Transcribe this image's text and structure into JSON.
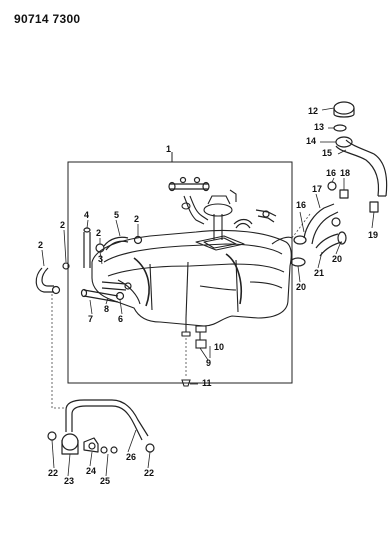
{
  "document": {
    "number": "90714 7300"
  },
  "callouts": [
    {
      "id": "c1",
      "label": "1"
    },
    {
      "id": "c2a",
      "label": "2"
    },
    {
      "id": "c2b",
      "label": "2"
    },
    {
      "id": "c2c",
      "label": "2"
    },
    {
      "id": "c2d",
      "label": "2"
    },
    {
      "id": "c3",
      "label": "3"
    },
    {
      "id": "c4",
      "label": "4"
    },
    {
      "id": "c5",
      "label": "5"
    },
    {
      "id": "c6",
      "label": "6"
    },
    {
      "id": "c7",
      "label": "7"
    },
    {
      "id": "c8",
      "label": "8"
    },
    {
      "id": "c9",
      "label": "9"
    },
    {
      "id": "c10",
      "label": "10"
    },
    {
      "id": "c11",
      "label": "11"
    },
    {
      "id": "c12",
      "label": "12"
    },
    {
      "id": "c13",
      "label": "13"
    },
    {
      "id": "c14",
      "label": "14"
    },
    {
      "id": "c15",
      "label": "15"
    },
    {
      "id": "c16a",
      "label": "16"
    },
    {
      "id": "c16b",
      "label": "16"
    },
    {
      "id": "c17",
      "label": "17"
    },
    {
      "id": "c18",
      "label": "18"
    },
    {
      "id": "c19",
      "label": "19"
    },
    {
      "id": "c20a",
      "label": "20"
    },
    {
      "id": "c20b",
      "label": "20"
    },
    {
      "id": "c21",
      "label": "21"
    },
    {
      "id": "c22a",
      "label": "22"
    },
    {
      "id": "c22b",
      "label": "22"
    },
    {
      "id": "c23",
      "label": "23"
    },
    {
      "id": "c24",
      "label": "24"
    },
    {
      "id": "c25",
      "label": "25"
    },
    {
      "id": "c26",
      "label": "26"
    }
  ]
}
